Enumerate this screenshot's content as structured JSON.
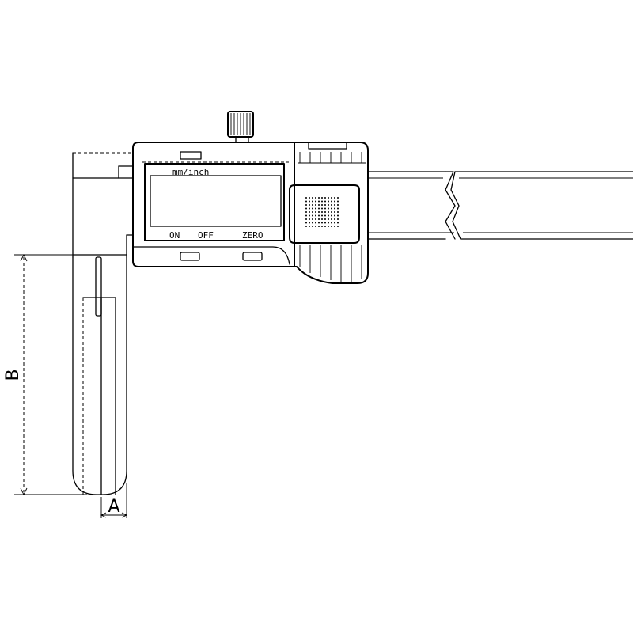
{
  "labels": {
    "unit": "mm/inch",
    "on": "ON",
    "off": "OFF",
    "zero": "ZERO",
    "dim_a": "A",
    "dim_b": "B"
  }
}
